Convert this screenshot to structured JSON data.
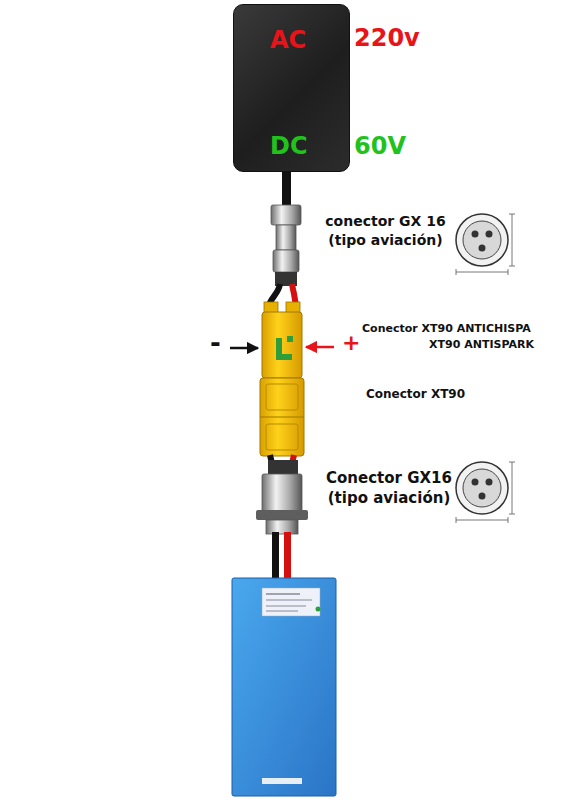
{
  "diagram": {
    "nodes": [
      {
        "text": [
          "AC",
          "DC"
        ]
      }
    ],
    "labels": [
      "220v",
      "60V",
      "conector GX 16 (tipo aviación)",
      "-",
      "+",
      "Conector XT90 ANTICHISPA",
      "XT90 ANTISPARK",
      "Conector XT90",
      "Conector GX16 (tipo aviación)"
    ]
  }
}
